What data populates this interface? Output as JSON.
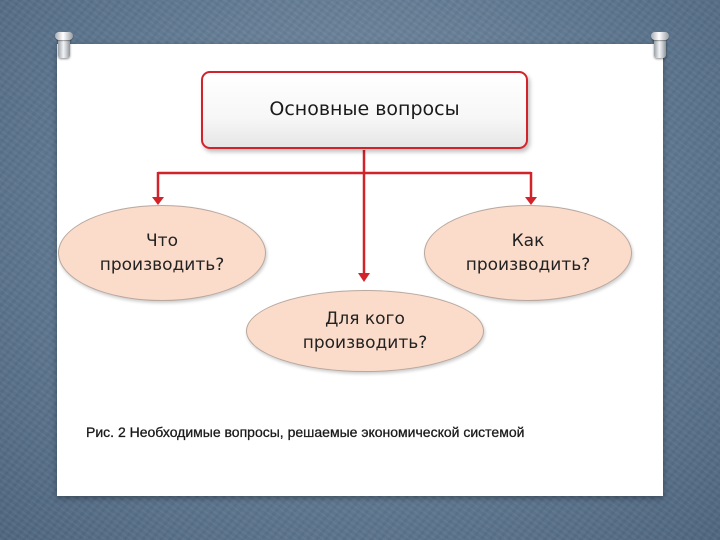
{
  "diagram": {
    "root": {
      "label": "Основные вопросы"
    },
    "nodes": [
      {
        "id": "what",
        "label": "Что\nпроизводить?"
      },
      {
        "id": "how",
        "label": "Как\nпроизводить?"
      },
      {
        "id": "for_whom",
        "label": "Для кого\nпроизводить?"
      }
    ],
    "edges": [
      {
        "from": "root",
        "to": "what"
      },
      {
        "from": "root",
        "to": "how"
      },
      {
        "from": "root",
        "to": "for_whom"
      }
    ],
    "caption": "Рис. 2 Необходимые вопросы, решаемые экономической системой"
  },
  "colors": {
    "connector": "#d2232a",
    "root_border": "#d2232a",
    "node_fill": "#fbdccb",
    "slide_background": "#5f7891",
    "paper": "#ffffff"
  },
  "icons": {
    "pins": [
      "push-pin-icon",
      "push-pin-icon"
    ]
  }
}
